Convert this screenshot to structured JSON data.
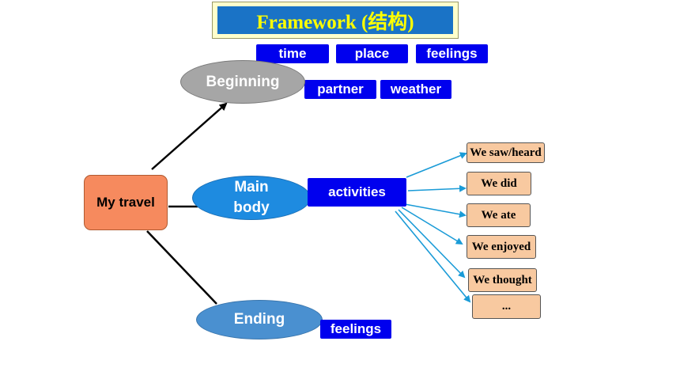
{
  "title": "Framework (结构)",
  "root": "My travel",
  "sections": {
    "beginning": "Beginning",
    "main_body_line1": "Main",
    "main_body_line2": "body",
    "ending": "Ending"
  },
  "beginning_tags": [
    "time",
    "place",
    "feelings",
    "partner",
    "weather"
  ],
  "main_tag": "activities",
  "ending_tag": "feelings",
  "activity_items": [
    "We saw/heard",
    "We did",
    "We ate",
    "We enjoyed",
    "We thought",
    "..."
  ],
  "colors": {
    "title_text": "#ffff00",
    "title_fill": "#1a73c6",
    "tag_fill": "#0000ee",
    "root_fill": "#f68a5e",
    "beginning_fill": "#a6a6a6",
    "main_body_fill": "#1e8be0",
    "ending_fill": "#4a90d0",
    "result_fill": "#f8c9a0",
    "arrow_color": "#1a9bd7"
  }
}
